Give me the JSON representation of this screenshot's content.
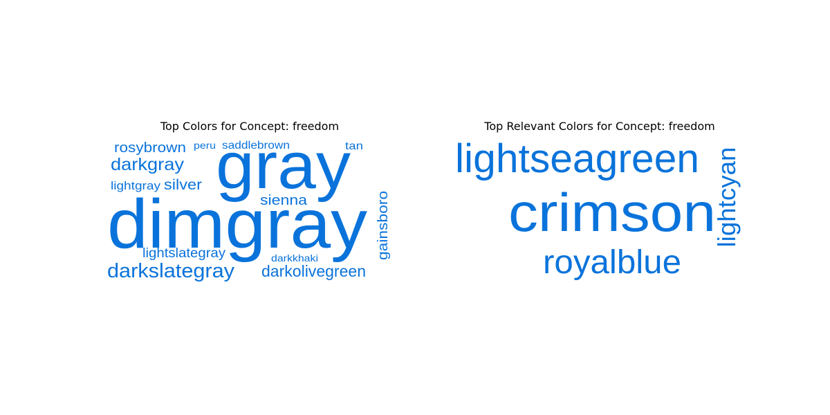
{
  "chart_data": [
    {
      "type": "wordcloud",
      "title": "Top Colors for Concept: freedom",
      "color": "#0a73db",
      "words": [
        {
          "text": "dimgray",
          "rank": 1,
          "vertical": false
        },
        {
          "text": "gray",
          "rank": 2,
          "vertical": false
        },
        {
          "text": "darkslategray",
          "rank": 3,
          "vertical": false
        },
        {
          "text": "darkolivegreen",
          "rank": 4,
          "vertical": false
        },
        {
          "text": "darkgray",
          "rank": 5,
          "vertical": false
        },
        {
          "text": "rosybrown",
          "rank": 6,
          "vertical": false
        },
        {
          "text": "gainsboro",
          "rank": 7,
          "vertical": true
        },
        {
          "text": "silver",
          "rank": 8,
          "vertical": false
        },
        {
          "text": "sienna",
          "rank": 9,
          "vertical": false
        },
        {
          "text": "lightslategray",
          "rank": 10,
          "vertical": false
        },
        {
          "text": "lightgray",
          "rank": 11,
          "vertical": false
        },
        {
          "text": "saddlebrown",
          "rank": 12,
          "vertical": false
        },
        {
          "text": "tan",
          "rank": 13,
          "vertical": false
        },
        {
          "text": "darkkhaki",
          "rank": 14,
          "vertical": false
        },
        {
          "text": "peru",
          "rank": 15,
          "vertical": false
        }
      ]
    },
    {
      "type": "wordcloud",
      "title": "Top Relevant Colors for Concept: freedom",
      "color": "#0a73db",
      "words": [
        {
          "text": "crimson",
          "rank": 1,
          "vertical": false
        },
        {
          "text": "lightseagreen",
          "rank": 2,
          "vertical": false
        },
        {
          "text": "royalblue",
          "rank": 3,
          "vertical": false
        },
        {
          "text": "lightcyan",
          "rank": 4,
          "vertical": true
        }
      ]
    }
  ]
}
